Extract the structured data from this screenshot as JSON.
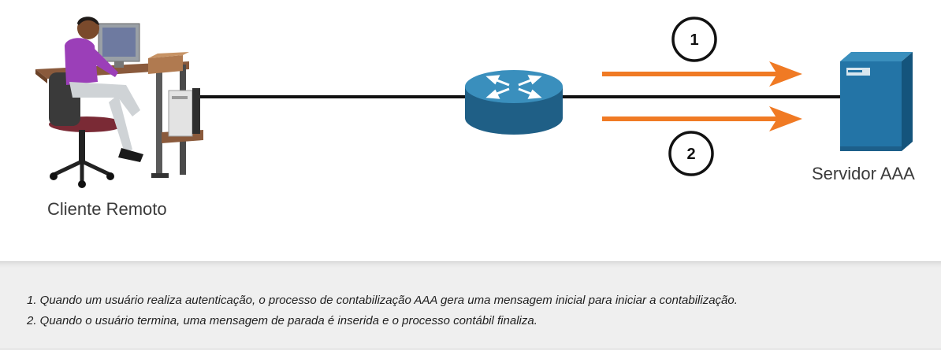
{
  "diagram": {
    "client_label": "Cliente Remoto",
    "server_label": "Servidor AAA",
    "steps": [
      {
        "number": "1"
      },
      {
        "number": "2"
      }
    ],
    "colors": {
      "arrow": "#f07a24",
      "link": "#111111",
      "router": "#2b7aa7",
      "server": "#1f6f9f"
    }
  },
  "notes": {
    "items": [
      "1. Quando um usuário realiza autenticação, o processo de contabilização AAA gera uma mensagem inicial para iniciar a contabilização.",
      "2. Quando o usuário termina, uma mensagem de parada é inserida e o processo contábil finaliza."
    ]
  }
}
